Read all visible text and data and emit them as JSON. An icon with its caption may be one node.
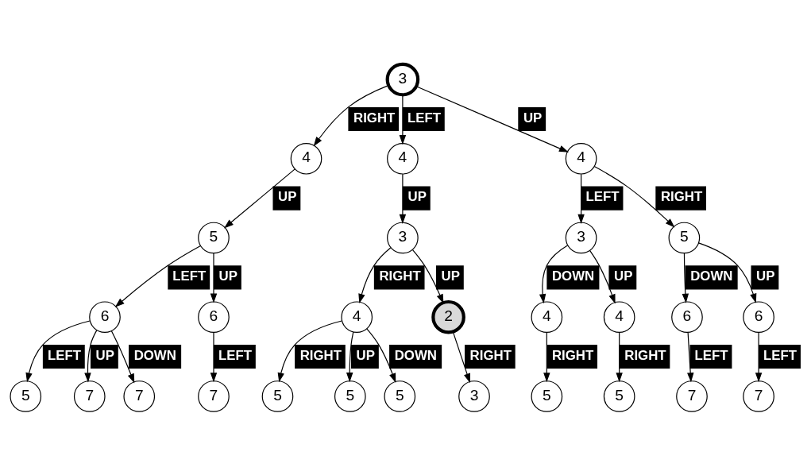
{
  "diagram": {
    "nodes": [
      {
        "text": [
          "3"
        ]
      },
      {
        "text": [
          "4"
        ]
      },
      {
        "text": [
          "4"
        ]
      },
      {
        "text": [
          "4"
        ]
      },
      {
        "text": [
          "5"
        ]
      },
      {
        "text": [
          "3"
        ]
      },
      {
        "text": [
          "3"
        ]
      },
      {
        "text": [
          "5"
        ]
      },
      {
        "text": [
          "6"
        ]
      },
      {
        "text": [
          "6"
        ]
      },
      {
        "text": [
          "4"
        ]
      },
      {
        "text": [
          "2"
        ]
      },
      {
        "text": [
          "4"
        ]
      },
      {
        "text": [
          "4"
        ]
      },
      {
        "text": [
          "6"
        ]
      },
      {
        "text": [
          "6"
        ]
      },
      {
        "text": [
          "5"
        ]
      },
      {
        "text": [
          "7"
        ]
      },
      {
        "text": [
          "7"
        ]
      },
      {
        "text": [
          "5"
        ]
      },
      {
        "text": [
          "5"
        ]
      },
      {
        "text": [
          "3"
        ]
      },
      {
        "text": [
          "5"
        ]
      },
      {
        "text": [
          "5"
        ]
      },
      {
        "text": [
          "7"
        ]
      },
      {
        "text": [
          "7"
        ]
      },
      {
        "text": [
          "7"
        ]
      },
      {
        "text": [
          "5"
        ]
      }
    ],
    "edges": [
      {
        "from": 0,
        "to": 1,
        "arrow": "to",
        "label": "RIGHT"
      },
      {
        "from": 0,
        "to": 2,
        "arrow": "to",
        "label": "LEFT"
      },
      {
        "from": 0,
        "to": 3,
        "arrow": "to",
        "label": "UP"
      },
      {
        "from": 1,
        "to": 4,
        "arrow": "to",
        "label": "UP"
      },
      {
        "from": 2,
        "to": 5,
        "arrow": "to",
        "label": "UP"
      },
      {
        "from": 3,
        "to": 6,
        "arrow": "to",
        "label": "LEFT"
      },
      {
        "from": 3,
        "to": 7,
        "arrow": "to",
        "label": "RIGHT"
      },
      {
        "from": 4,
        "to": 8,
        "arrow": "to",
        "label": "LEFT"
      },
      {
        "from": 4,
        "to": 9,
        "arrow": "to",
        "label": "UP"
      },
      {
        "from": 5,
        "to": 10,
        "arrow": "to",
        "label": "RIGHT"
      },
      {
        "from": 5,
        "to": 11,
        "arrow": "to",
        "label": "UP"
      },
      {
        "from": 6,
        "to": 12,
        "arrow": "to",
        "label": "DOWN"
      },
      {
        "from": 6,
        "to": 13,
        "arrow": "to",
        "label": "UP"
      },
      {
        "from": 7,
        "to": 14,
        "arrow": "to",
        "label": "DOWN"
      },
      {
        "from": 7,
        "to": 15,
        "arrow": "to",
        "label": "UP"
      },
      {
        "from": 8,
        "to": 16,
        "arrow": "to",
        "label": "LEFT"
      },
      {
        "from": 8,
        "to": 26,
        "arrow": "to",
        "label": "DOWN"
      },
      {
        "from": 8,
        "to": 17,
        "arrow": "to",
        "label": "UP"
      },
      {
        "from": 9,
        "to": 18,
        "arrow": "to",
        "label": "LEFT"
      },
      {
        "from": 10,
        "to": 19,
        "arrow": "to",
        "label": "RIGHT"
      },
      {
        "from": 10,
        "to": 27,
        "arrow": "to",
        "label": "DOWN"
      },
      {
        "from": 10,
        "to": 20,
        "arrow": "to",
        "label": "UP"
      },
      {
        "from": 11,
        "to": 21,
        "arrow": "to",
        "label": "RIGHT"
      },
      {
        "from": 12,
        "to": 22,
        "arrow": "to",
        "label": "RIGHT"
      },
      {
        "from": 13,
        "to": 23,
        "arrow": "to",
        "label": "RIGHT"
      },
      {
        "from": 14,
        "to": 24,
        "arrow": "to",
        "label": "LEFT"
      },
      {
        "from": 15,
        "to": 25,
        "arrow": "to",
        "label": "LEFT"
      }
    ]
  }
}
